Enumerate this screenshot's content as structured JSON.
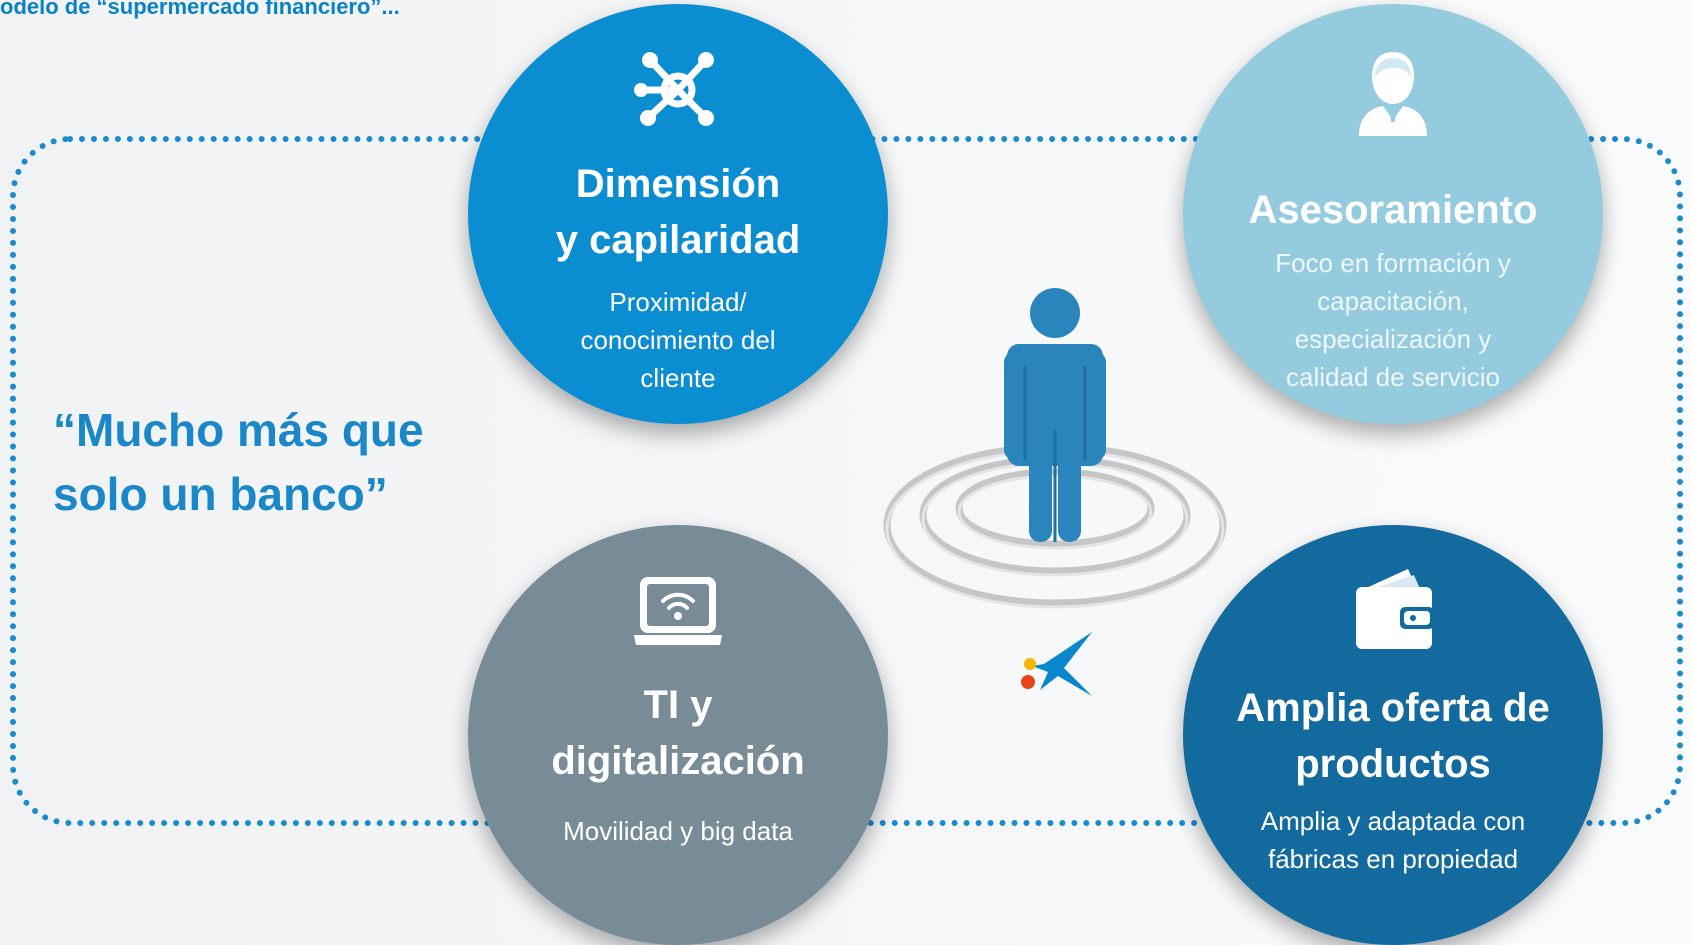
{
  "header": {
    "text": "odelo de “supermercado financiero”..."
  },
  "slogan": {
    "lines": [
      "“Mucho más que",
      "solo un banco”"
    ]
  },
  "pillars": [
    {
      "title_lines": [
        "Dimensión",
        "y capilaridad"
      ],
      "desc_lines": [
        "Proximidad/",
        "conocimiento del",
        "cliente"
      ],
      "icon": "network-hub-icon",
      "color": "#0b8dd2"
    },
    {
      "title_lines": [
        "Asesoramiento"
      ],
      "desc_lines": [
        "Foco en formación y",
        "capacitación,",
        "especialización y",
        "calidad de servicio"
      ],
      "icon": "advisor-person-icon",
      "color": "#94cbdf"
    },
    {
      "title_lines": [
        "TI y",
        "digitalización"
      ],
      "desc_lines": [
        "Movilidad y big data"
      ],
      "icon": "laptop-wifi-icon",
      "color": "#788c98"
    },
    {
      "title_lines": [
        "Amplia oferta de",
        "productos"
      ],
      "desc_lines": [
        "Amplia y adaptada con",
        "fábricas en propiedad"
      ],
      "icon": "wallet-icon",
      "color": "#136a9e"
    }
  ],
  "colors": {
    "accent": "#1a8bcf",
    "figure": "#2a85bd"
  },
  "center": {
    "icon": "person-on-rings-icon"
  },
  "logo": {
    "icon": "star-logo-icon"
  }
}
